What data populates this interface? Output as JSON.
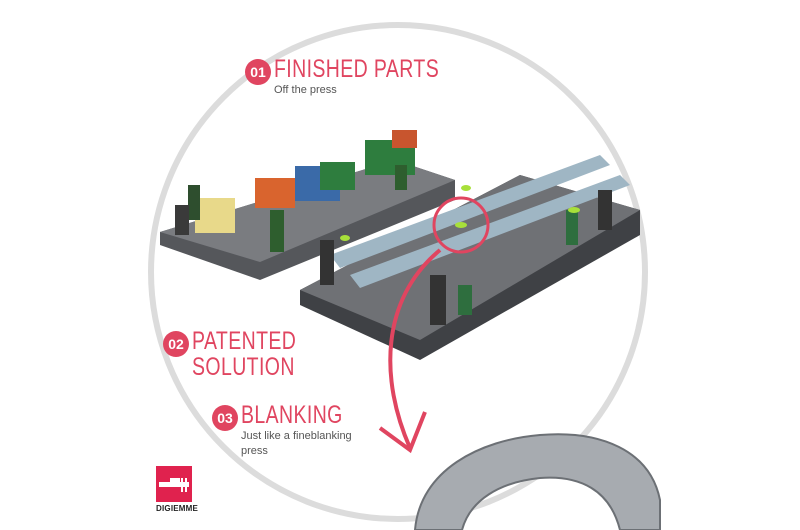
{
  "steps": [
    {
      "number": "01",
      "title": "FINISHED PARTS",
      "subtitle": "Off the press"
    },
    {
      "number": "02",
      "title_line1": "PATENTED",
      "title_line2": "SOLUTION"
    },
    {
      "number": "03",
      "title": "BLANKING",
      "subtitle_line1": "Just like a fineblanking",
      "subtitle_line2": "press"
    }
  ],
  "logo": {
    "name": "DIGIEMME"
  },
  "colors": {
    "accent": "#e04560",
    "circle": "#dcdcdc",
    "machine": "#4a4c50"
  }
}
